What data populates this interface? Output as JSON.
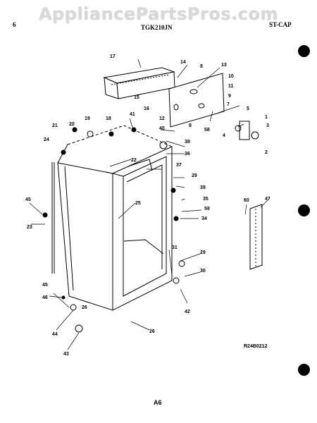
{
  "watermark": "AppliancePartsPros.com",
  "header": {
    "left": "6",
    "model": "TGK210JN",
    "section": "ST-CAP"
  },
  "callouts": [
    "17",
    "14",
    "8",
    "13",
    "10",
    "11",
    "15",
    "16",
    "9",
    "7",
    "5",
    "12",
    "19",
    "18",
    "41",
    "8",
    "58",
    "1",
    "3",
    "4",
    "2",
    "21",
    "20",
    "40",
    "24",
    "38",
    "36",
    "22",
    "37",
    "29",
    "39",
    "35",
    "59",
    "34",
    "25",
    "60",
    "47",
    "45",
    "23",
    "31",
    "29",
    "30",
    "45",
    "46",
    "26",
    "42",
    "44",
    "26",
    "43"
  ],
  "footer": {
    "reference": "R24B0212",
    "page": "A6"
  }
}
